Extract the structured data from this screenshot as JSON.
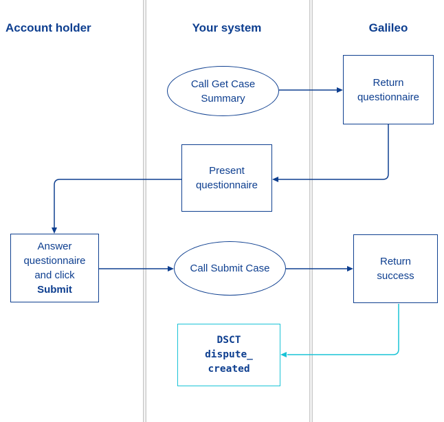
{
  "diagram": {
    "type": "swimlane-flowchart",
    "lanes": [
      {
        "label": "Account holder"
      },
      {
        "label": "Your system"
      },
      {
        "label": "Galileo"
      }
    ],
    "nodes": {
      "call_get_case_summary": {
        "shape": "ellipse",
        "lines": [
          "Call Get Case",
          "Summary"
        ]
      },
      "return_questionnaire": {
        "shape": "rect",
        "lines": [
          "Return",
          "questionnaire"
        ]
      },
      "present_questionnaire": {
        "shape": "rect",
        "lines": [
          "Present",
          "questionnaire"
        ]
      },
      "answer_questionnaire": {
        "shape": "rect",
        "lines": [
          "Answer",
          "questionnaire",
          "and click"
        ],
        "bold_line": "Submit"
      },
      "call_submit_case": {
        "shape": "ellipse",
        "lines": [
          "Call Submit Case"
        ]
      },
      "return_success": {
        "shape": "rect",
        "lines": [
          "Return",
          "success"
        ]
      },
      "dsct_event": {
        "shape": "rect",
        "lines": [
          "DSCT",
          "dispute_",
          "created"
        ]
      }
    },
    "edges": [
      {
        "from": "call_get_case_summary",
        "to": "return_questionnaire",
        "color": "navy"
      },
      {
        "from": "return_questionnaire",
        "to": "present_questionnaire",
        "color": "navy"
      },
      {
        "from": "present_questionnaire",
        "to": "answer_questionnaire",
        "color": "navy"
      },
      {
        "from": "answer_questionnaire",
        "to": "call_submit_case",
        "color": "navy"
      },
      {
        "from": "call_submit_case",
        "to": "return_success",
        "color": "navy"
      },
      {
        "from": "return_success",
        "to": "dsct_event",
        "color": "cyan"
      }
    ],
    "colors": {
      "navy": "#0d3e8f",
      "cyan": "#18c3d6",
      "lane_divider": "#c9c9c9"
    }
  }
}
